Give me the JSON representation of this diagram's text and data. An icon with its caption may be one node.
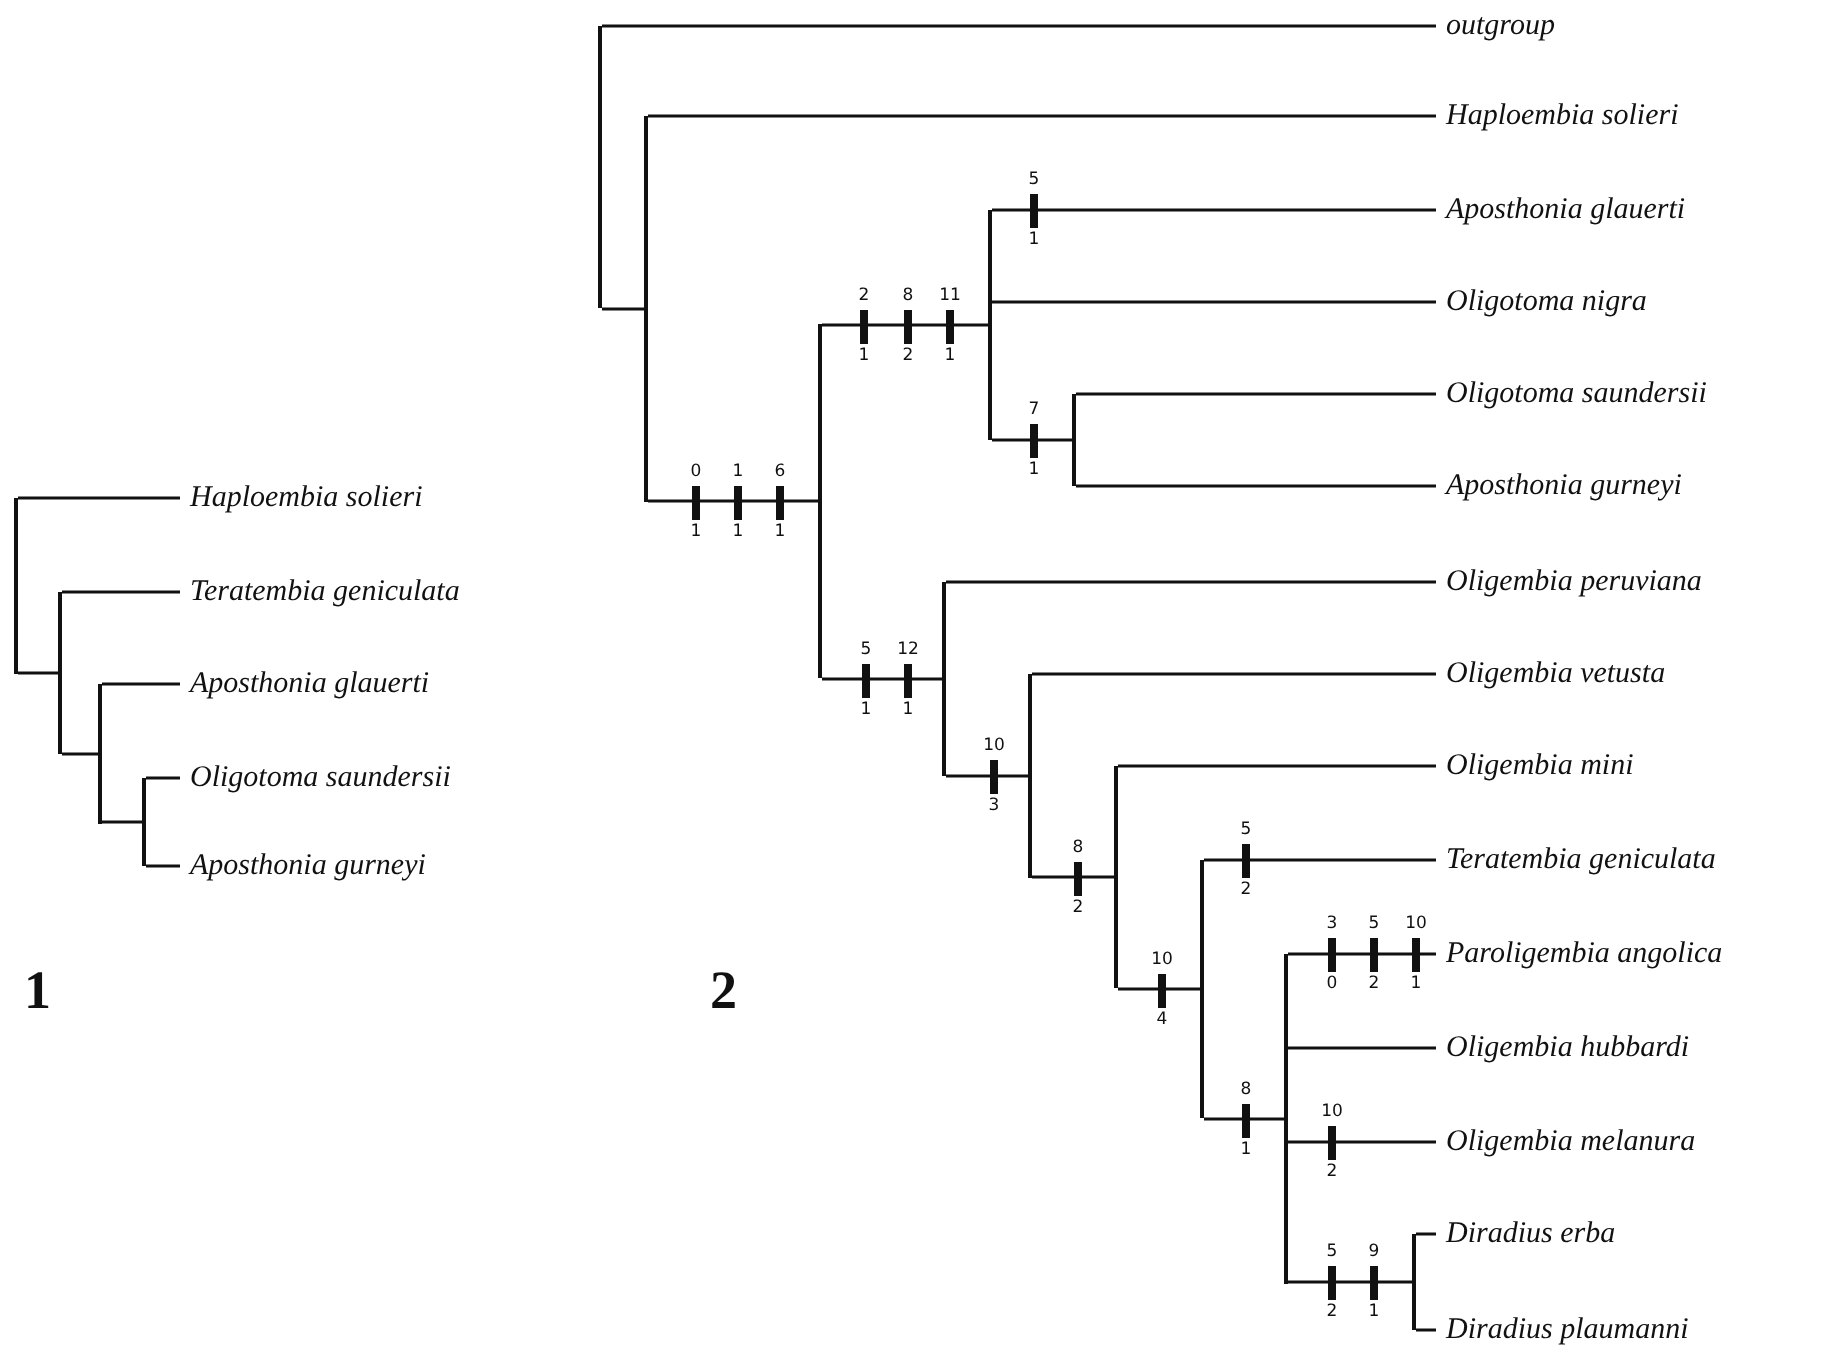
{
  "diagram": {
    "nodes": [
      {
        "text": [],
        "shape": "bar"
      },
      {
        "text": [
          "Haploembia solieri"
        ]
      },
      {
        "text": [],
        "shape": "bar"
      },
      {
        "text": [
          "Teratembia geniculata"
        ]
      },
      {
        "text": [],
        "shape": "bar"
      },
      {
        "text": [
          "Aposthonia glauerti"
        ]
      },
      {
        "text": [],
        "shape": "bar"
      },
      {
        "text": [
          "Oligotoma saundersii"
        ]
      },
      {
        "text": [
          "Aposthonia gurneyi"
        ]
      },
      {
        "text": [],
        "shape": "bar"
      },
      {
        "text": [
          "outgroup"
        ]
      },
      {
        "text": [],
        "shape": "bar"
      },
      {
        "text": [
          "Haploembia solieri"
        ]
      },
      {
        "text": [],
        "shape": "bar"
      },
      {
        "text": [],
        "shape": "bar"
      },
      {
        "text": [
          "Aposthonia glauerti"
        ]
      },
      {
        "text": [
          "Oligotoma nigra"
        ]
      },
      {
        "text": [],
        "shape": "bar"
      },
      {
        "text": [
          "Oligotoma saundersii"
        ]
      },
      {
        "text": [
          "Aposthonia gurneyi"
        ]
      },
      {
        "text": [],
        "shape": "bar"
      },
      {
        "text": [
          "Oligembia peruviana"
        ]
      },
      {
        "text": [],
        "shape": "bar"
      },
      {
        "text": [
          "Oligembia vetusta"
        ]
      },
      {
        "text": [],
        "shape": "bar"
      },
      {
        "text": [
          "Oligembia mini"
        ]
      },
      {
        "text": [],
        "shape": "bar"
      },
      {
        "text": [
          "Teratembia geniculata"
        ]
      },
      {
        "text": [],
        "shape": "bar"
      },
      {
        "text": [
          "Paroligembia angolica"
        ]
      },
      {
        "text": [
          "Oligembia hubbardi"
        ]
      },
      {
        "text": [
          "Oligembia melanura"
        ]
      },
      {
        "text": [],
        "shape": "bar"
      },
      {
        "text": [
          "Diradius erba"
        ]
      },
      {
        "text": [
          "Diradius plaumanni"
        ]
      }
    ],
    "edges": [
      {
        "from": 0,
        "to": 1,
        "arrow": "none"
      },
      {
        "from": 0,
        "to": 2,
        "arrow": "none"
      },
      {
        "from": 2,
        "to": 3,
        "arrow": "none"
      },
      {
        "from": 2,
        "to": 4,
        "arrow": "none"
      },
      {
        "from": 4,
        "to": 5,
        "arrow": "none"
      },
      {
        "from": 4,
        "to": 6,
        "arrow": "none"
      },
      {
        "from": 6,
        "to": 7,
        "arrow": "none"
      },
      {
        "from": 6,
        "to": 8,
        "arrow": "none"
      },
      {
        "from": 9,
        "to": 10,
        "arrow": "none"
      },
      {
        "from": 9,
        "to": 11,
        "arrow": "none"
      },
      {
        "from": 11,
        "to": 12,
        "arrow": "none"
      },
      {
        "from": 11,
        "to": 13,
        "arrow": "none"
      },
      {
        "from": 13,
        "to": 14,
        "arrow": "none"
      },
      {
        "from": 13,
        "to": 20,
        "arrow": "none"
      },
      {
        "from": 14,
        "to": 15,
        "arrow": "none"
      },
      {
        "from": 14,
        "to": 16,
        "arrow": "none"
      },
      {
        "from": 14,
        "to": 17,
        "arrow": "none"
      },
      {
        "from": 17,
        "to": 18,
        "arrow": "none"
      },
      {
        "from": 17,
        "to": 19,
        "arrow": "none"
      },
      {
        "from": 20,
        "to": 21,
        "arrow": "none"
      },
      {
        "from": 20,
        "to": 22,
        "arrow": "none"
      },
      {
        "from": 22,
        "to": 23,
        "arrow": "none"
      },
      {
        "from": 22,
        "to": 24,
        "arrow": "none"
      },
      {
        "from": 24,
        "to": 25,
        "arrow": "none"
      },
      {
        "from": 24,
        "to": 26,
        "arrow": "none"
      },
      {
        "from": 26,
        "to": 27,
        "arrow": "none"
      },
      {
        "from": 26,
        "to": 28,
        "arrow": "none"
      },
      {
        "from": 28,
        "to": 29,
        "arrow": "none"
      },
      {
        "from": 28,
        "to": 30,
        "arrow": "none"
      },
      {
        "from": 28,
        "to": 31,
        "arrow": "none"
      },
      {
        "from": 28,
        "to": 32,
        "arrow": "none"
      },
      {
        "from": 32,
        "to": 33,
        "arrow": "none"
      },
      {
        "from": 32,
        "to": 34,
        "arrow": "none"
      }
    ],
    "labels": [
      "0",
      "1",
      "1",
      "1",
      "6",
      "1",
      "2",
      "1",
      "8",
      "2",
      "11",
      "1",
      "5",
      "1",
      "12",
      "1",
      "5",
      "1",
      "7",
      "1",
      "10",
      "3",
      "8",
      "2",
      "10",
      "4",
      "5",
      "2",
      "8",
      "1",
      "3",
      "0",
      "5",
      "2",
      "10",
      "1",
      "10",
      "2",
      "5",
      "2",
      "9",
      "1",
      "1",
      "2"
    ]
  }
}
